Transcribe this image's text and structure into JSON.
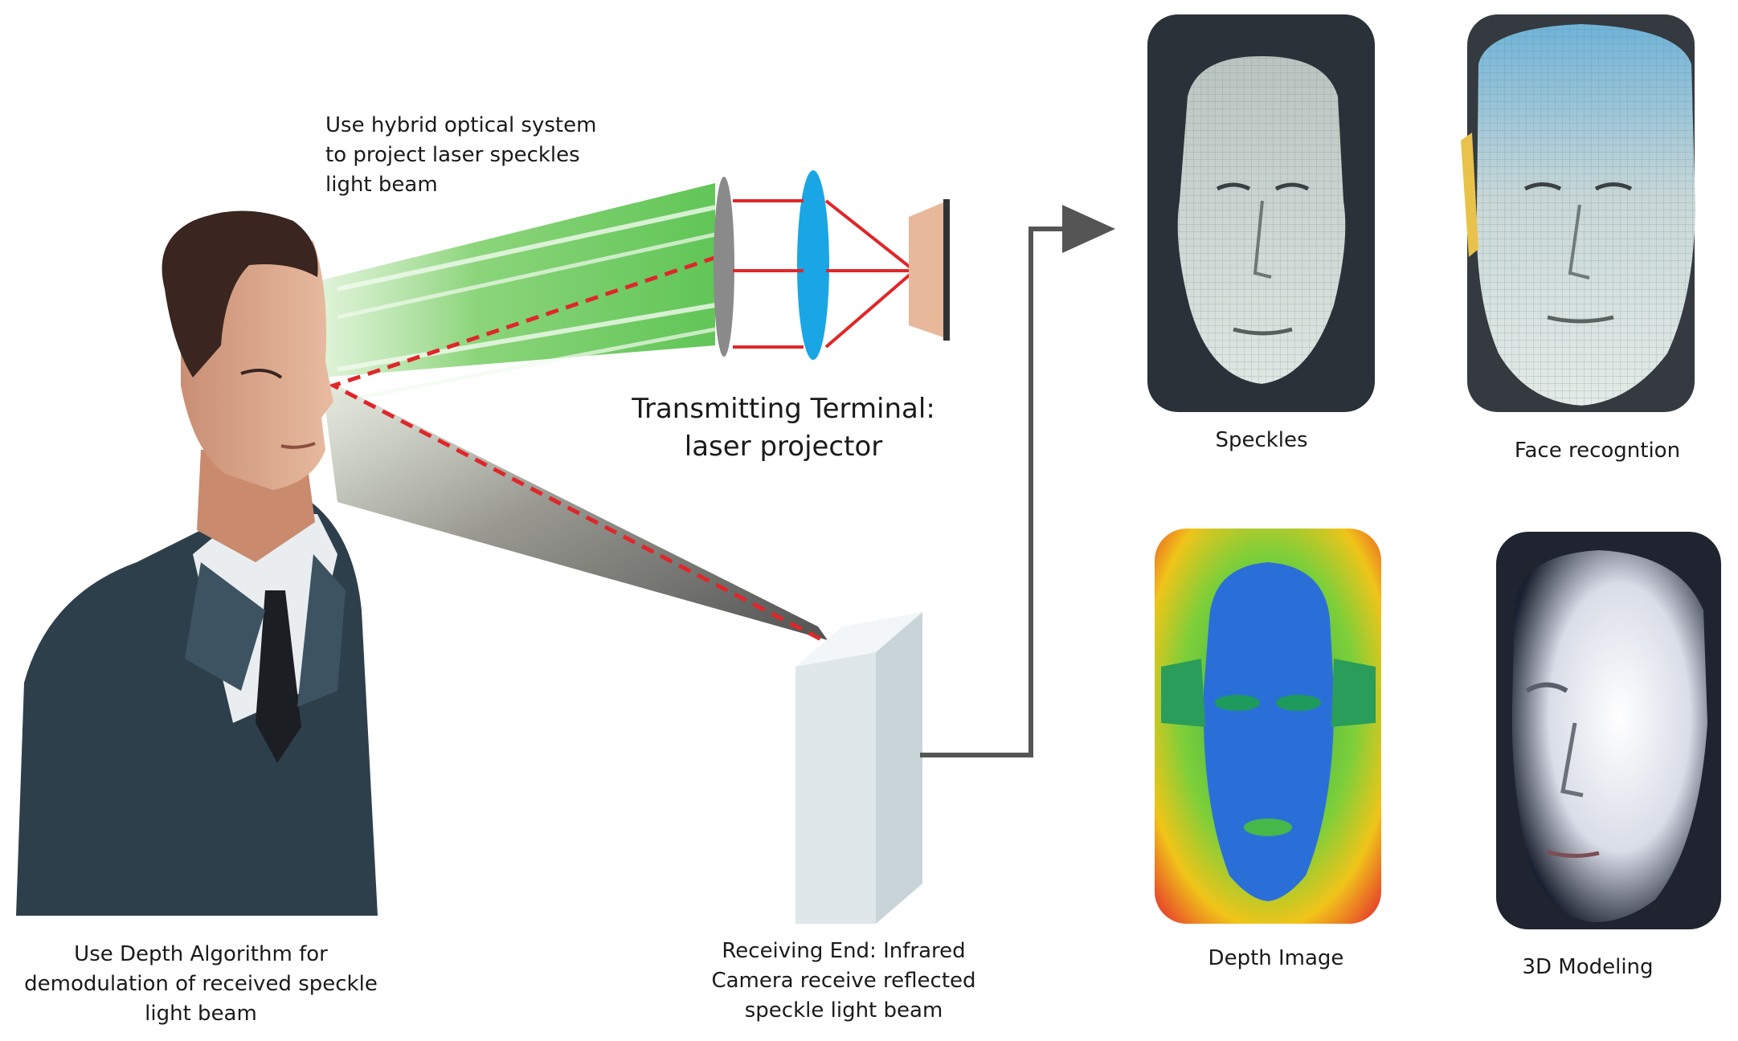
{
  "labels": {
    "projector_note": "Use hybrid optical system\nto project laser speckles\nlight beam",
    "transmitting": "Transmitting Terminal:\nlaser projector",
    "depth_algorithm": "Use Depth Algorithm for\ndemodulation of received speckle\nlight beam",
    "receiving": "Receiving End: Infrared\nCamera receive reflected\nspeckle light beam"
  },
  "panels": [
    {
      "name": "speckles",
      "label": "Speckles"
    },
    {
      "name": "face-recognition",
      "label": "Face recogntion"
    },
    {
      "name": "depth-image",
      "label": "Depth Image"
    },
    {
      "name": "3d-modeling",
      "label": "3D Modeling"
    }
  ],
  "colors": {
    "beam_green": "#5cc24f",
    "laser_red": "#e0262a",
    "lens_blue": "#1aa6e4",
    "lens_gray": "#8a8a8a",
    "suit": "#2e3f4c",
    "arrow": "#555555"
  }
}
